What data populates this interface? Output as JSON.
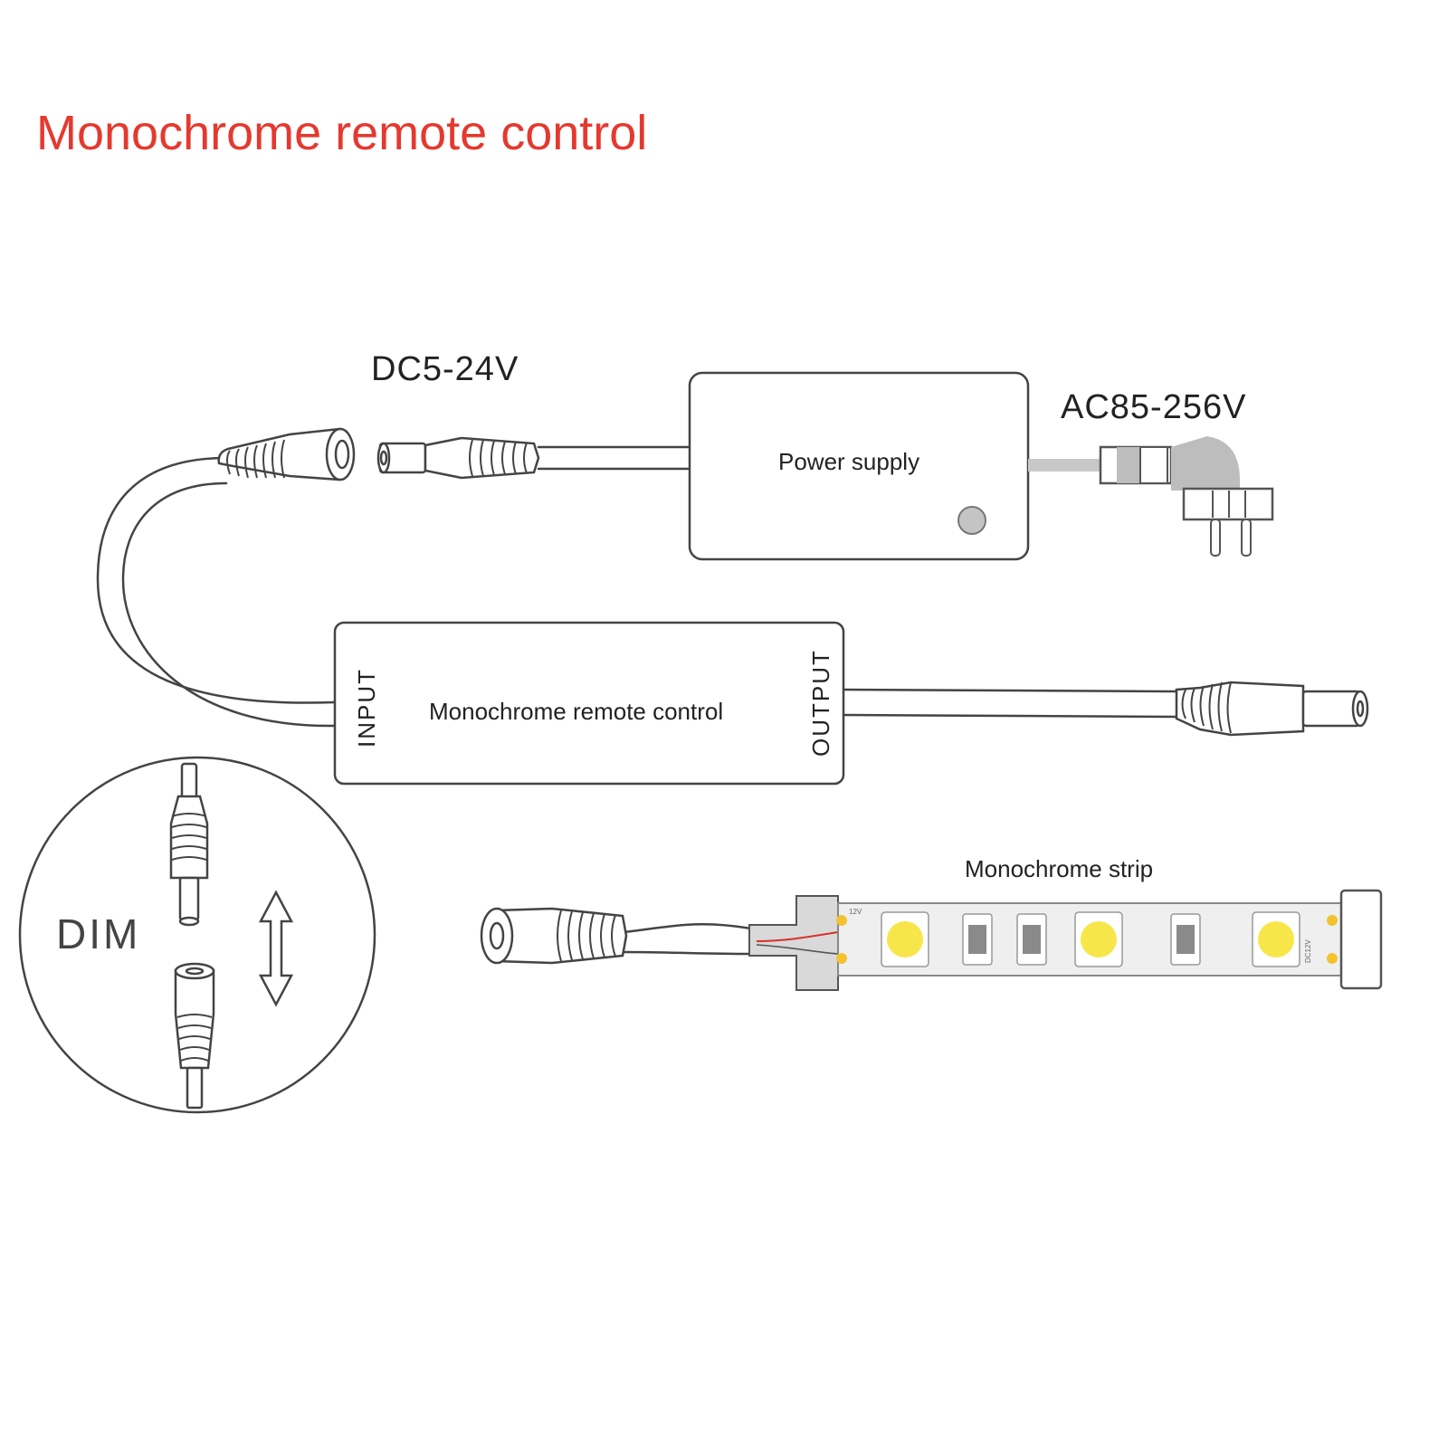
{
  "title": "Monochrome remote control",
  "dc_voltage_label": "DC5-24V",
  "ac_voltage_label": "AC85-256V",
  "power_supply_label": "Power supply",
  "controller": {
    "input_label": "INPUT",
    "name_label": "Monochrome remote control",
    "output_label": "OUTPUT"
  },
  "strip_label": "Monochrome strip",
  "dim_label": "DIM",
  "strip_small_labels": {
    "left": "12V",
    "right": "DC12V"
  },
  "colors": {
    "title": "#e5392f",
    "line": "#444444",
    "text": "#222222",
    "led_yellow": "#f7e64a",
    "red_wire": "#d9302a",
    "plug_gray": "#bdbdbd",
    "pad_yellow": "#f2c230"
  },
  "icons": [
    "dc-male-plug-icon",
    "dc-female-jack-icon",
    "power-plug-icon",
    "double-arrow-icon",
    "led-chip-icon",
    "resistor-icon"
  ]
}
